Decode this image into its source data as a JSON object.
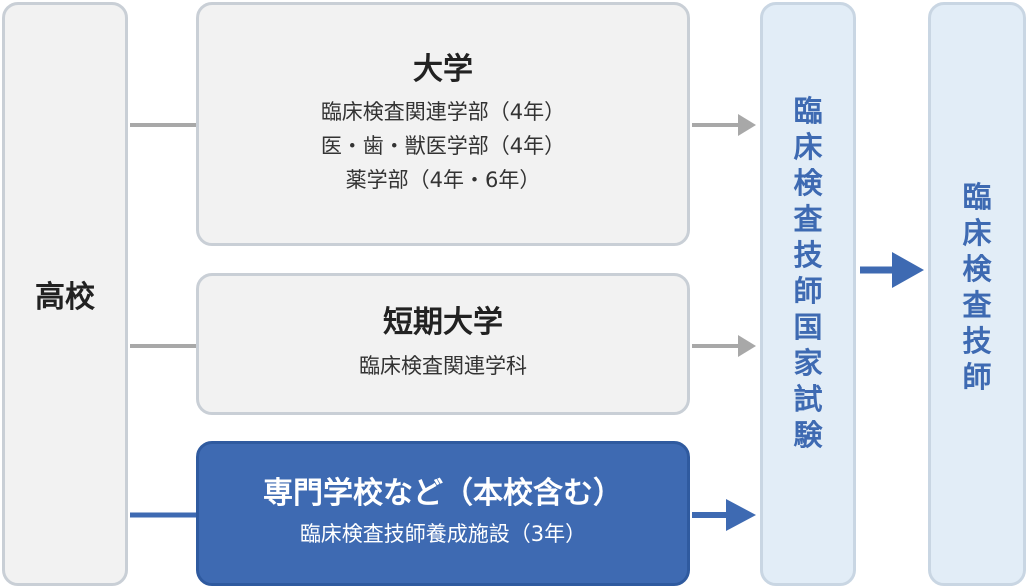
{
  "high_school": {
    "label": "高校"
  },
  "schools": [
    {
      "title": "大学",
      "lines": [
        "臨床検査関連学部（4年）",
        "医・歯・獣医学部（4年）",
        "薬学部（4年・6年）"
      ]
    },
    {
      "title": "短期大学",
      "lines": [
        "臨床検査関連学科"
      ]
    },
    {
      "title": "専門学校など（本校含む）",
      "lines": [
        "臨床検査技師養成施設（3年）"
      ]
    }
  ],
  "exam": {
    "label": "臨床検査技師国家試験"
  },
  "result": {
    "label": "臨床検査技師"
  },
  "colors": {
    "grey_arrow": "#a8a8a8",
    "blue_arrow": "#3e6ab2",
    "highlight": "#3e6ab2"
  }
}
